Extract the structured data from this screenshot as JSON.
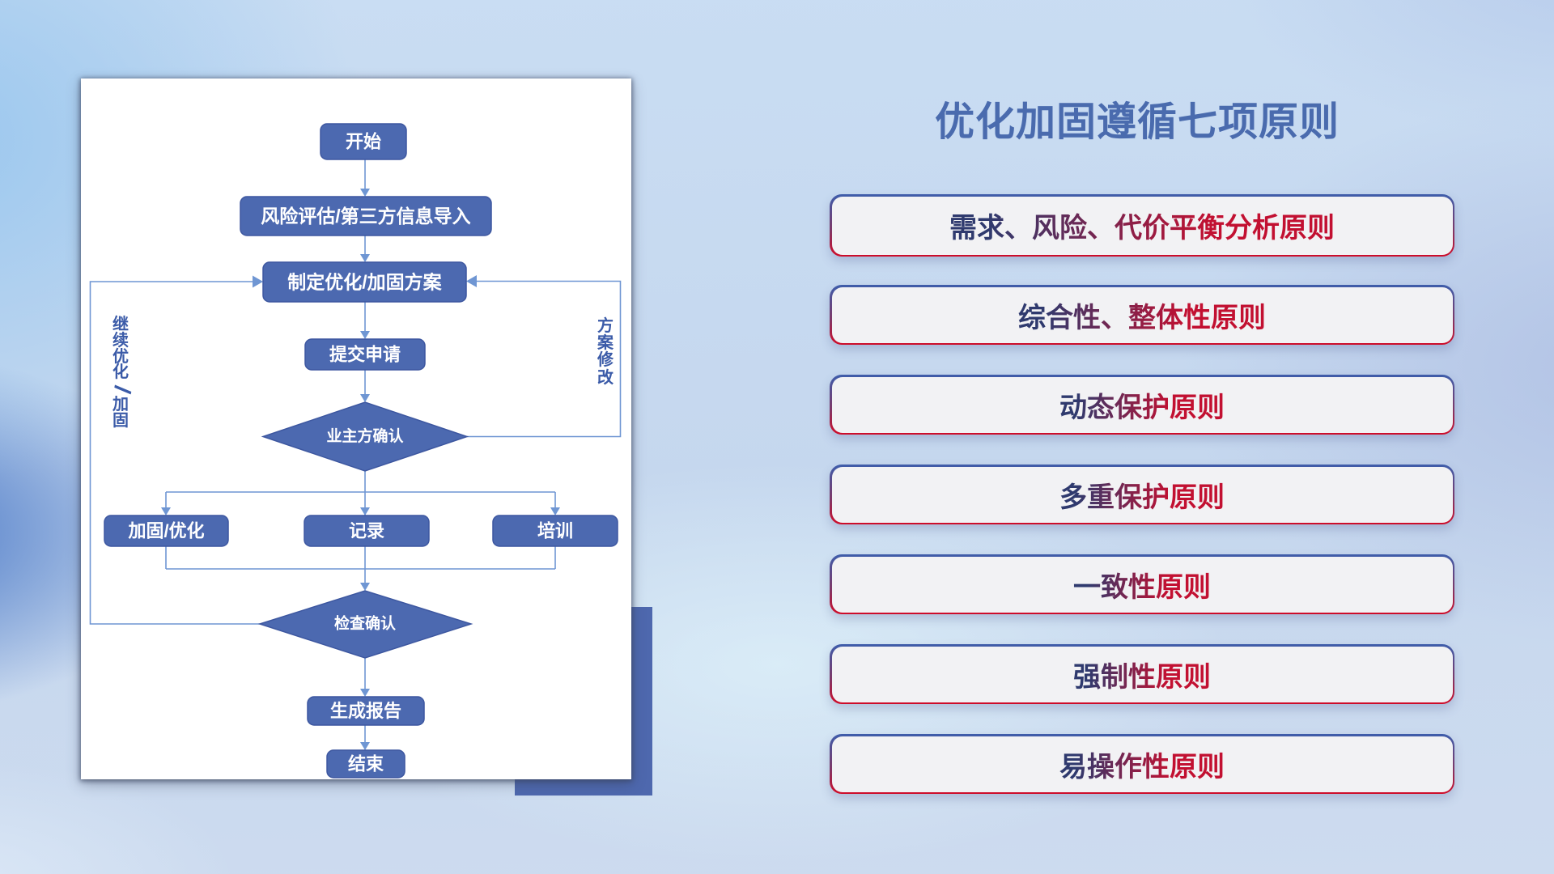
{
  "slide": {
    "title": "优化加固遵循七项原则",
    "title_color": "#4a6bae"
  },
  "flowchart": {
    "nodes": {
      "start": {
        "label": "开始",
        "shape": "rounded-rect"
      },
      "risk_import": {
        "label": "风险评估/第三方信息导入",
        "shape": "rounded-rect"
      },
      "make_plan": {
        "label": "制定优化/加固方案",
        "shape": "rounded-rect"
      },
      "submit": {
        "label": "提交申请",
        "shape": "rounded-rect"
      },
      "owner_confirm": {
        "label": "业主方确认",
        "shape": "diamond"
      },
      "reinforce": {
        "label": "加固/优化",
        "shape": "rounded-rect"
      },
      "record": {
        "label": "记录",
        "shape": "rounded-rect"
      },
      "training": {
        "label": "培训",
        "shape": "rounded-rect"
      },
      "check_confirm": {
        "label": "检查确认",
        "shape": "diamond"
      },
      "report": {
        "label": "生成报告",
        "shape": "rounded-rect"
      },
      "end": {
        "label": "结束",
        "shape": "rounded-rect"
      }
    },
    "edge_labels": {
      "continue_optimize": "继续优化/加固",
      "plan_revise": "方案修改"
    },
    "colors": {
      "node_fill": "#4c69b0",
      "node_border": "#3d57a0",
      "connector": "#6f96d3",
      "edge_label": "#3b5ba8",
      "node_text": "#ffffff",
      "card_background": "#ffffff",
      "accent_square": "#4e68ae"
    }
  },
  "principles": {
    "items": [
      {
        "label": "需求、风险、代价平衡分析原则"
      },
      {
        "label": "综合性、整体性原则"
      },
      {
        "label": "动态保护原则"
      },
      {
        "label": "多重保护原则"
      },
      {
        "label": "一致性原则"
      },
      {
        "label": "强制性原则"
      },
      {
        "label": "易操作性原则"
      }
    ],
    "box_fill": "#f2f2f4",
    "border_gradient": {
      "top": "#3e5dab",
      "bottom": "#d00b28"
    },
    "text_gradient": {
      "left": "#303a6e",
      "right": "#c20e2e"
    }
  }
}
